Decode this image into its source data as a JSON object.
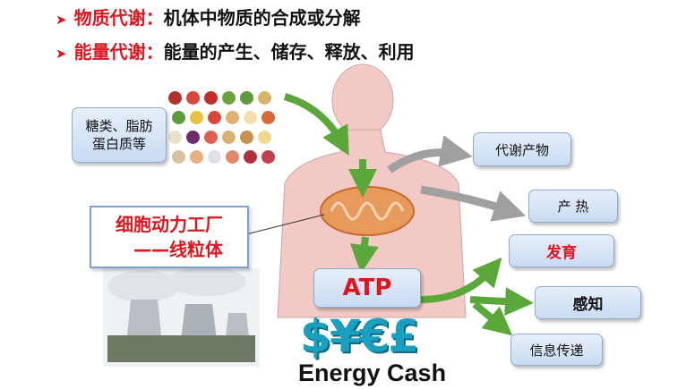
{
  "bullets": [
    {
      "term": "物质代谢：",
      "desc": "机体中物质的合成或分解"
    },
    {
      "term": "能量代谢：",
      "desc": "能量的产生、储存、释放、利用"
    }
  ],
  "food_label": {
    "line1": "糖类、脂肪",
    "line2": "蛋白质等"
  },
  "factory_label": {
    "line1": "细胞动力工厂",
    "line2": "——线粒体"
  },
  "atp_label": "ATP",
  "outputs": {
    "waste": "代谢产物",
    "heat": "产 热",
    "growth": "发育",
    "sense": "感知",
    "signal": "信息传递"
  },
  "currency_symbols": "$¥€£",
  "energy_cash": "Energy Cash",
  "colors": {
    "red": "#e0141c",
    "green": "#5aa83a",
    "gray": "#a0a0a0",
    "teal": "#1a9fbf",
    "skin": "#f2c9c4"
  }
}
